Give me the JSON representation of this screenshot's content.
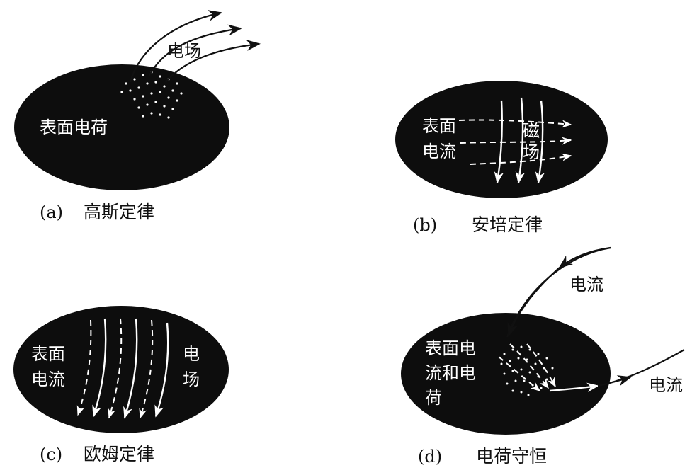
{
  "panels": {
    "a": {
      "caption_letter": "(a)",
      "caption_text": "高斯定律",
      "surface_label": "表面电荷",
      "field_label": "电场"
    },
    "b": {
      "caption_letter": "(b)",
      "caption_text": "安培定律",
      "surface_label_line1": "表面",
      "surface_label_line2": "电流",
      "field_label_line1": "磁",
      "field_label_line2": "场"
    },
    "c": {
      "caption_letter": "(c)",
      "caption_text": "欧姆定律",
      "surface_label_line1": "表面",
      "surface_label_line2": "电流",
      "field_label_line1": "电",
      "field_label_line2": "场"
    },
    "d": {
      "caption_letter": "(d)",
      "caption_text": "电荷守恒",
      "surface_label_line1": "表面电",
      "surface_label_line2": "流和电",
      "surface_label_line3": "荷",
      "current_in_label": "电流",
      "current_out_label": "电流"
    }
  },
  "colors": {
    "ellipse": "#0d0d0d",
    "marks": "#ffffff",
    "outside_lines": "#111111"
  }
}
